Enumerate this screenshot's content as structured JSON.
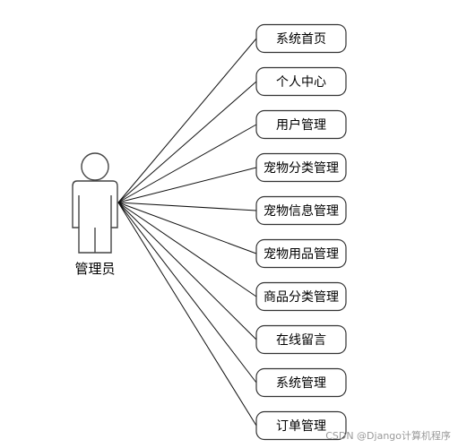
{
  "actor": {
    "label": "管理员"
  },
  "use_cases": [
    "系统首页",
    "个人中心",
    "用户管理",
    "宠物分类管理",
    "宠物信息管理",
    "宠物用品管理",
    "商品分类管理",
    "在线留言",
    "系统管理",
    "订单管理"
  ],
  "watermark": "CSDN @Django计算机程序"
}
